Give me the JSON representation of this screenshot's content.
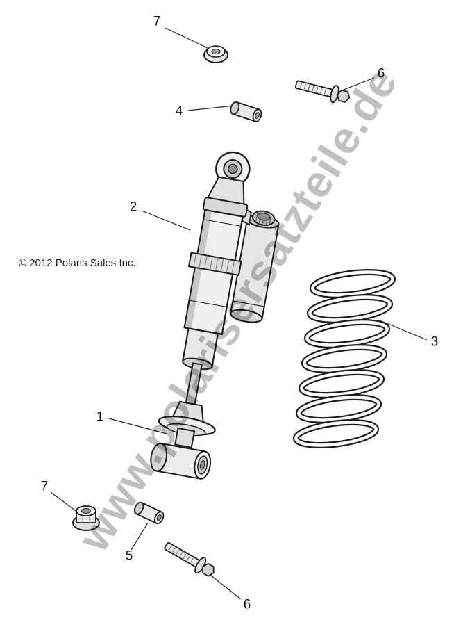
{
  "page": {
    "background": "#ffffff"
  },
  "watermark": {
    "text": "www.polarisersatzteile.de",
    "color": "#c0c0c0"
  },
  "copyright": "© 2012 Polaris Sales Inc.",
  "diagram": {
    "description": "Exploded parts diagram of a rear shock absorber with piggyback reservoir and coil spring",
    "line_color": "#1c1c1c",
    "fill_color": "#ededed",
    "callouts": [
      {
        "number": "7",
        "part": "flange-screw-top"
      },
      {
        "number": "6",
        "part": "hex-flange-bolt-top"
      },
      {
        "number": "4",
        "part": "spacer-top"
      },
      {
        "number": "2",
        "part": "shock-absorber"
      },
      {
        "number": "3",
        "part": "coil-spring"
      },
      {
        "number": "1",
        "part": "shock-mount-eyelet"
      },
      {
        "number": "7",
        "part": "flange-nut-bottom"
      },
      {
        "number": "5",
        "part": "spacer-bottom"
      },
      {
        "number": "6",
        "part": "hex-flange-bolt-bottom"
      }
    ]
  }
}
